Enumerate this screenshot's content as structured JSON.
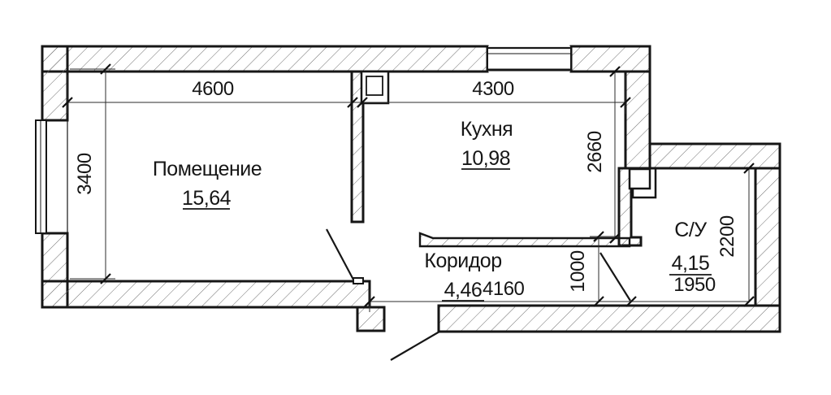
{
  "plan": {
    "rooms": [
      {
        "name": "Помещение",
        "area": "15,64"
      },
      {
        "name": "Кухня",
        "area": "10,98"
      },
      {
        "name": "Коридор",
        "area": "4,46"
      },
      {
        "name": "С/У",
        "area": "4,15"
      }
    ],
    "dims": {
      "room_width": "4600",
      "kitchen_width": "4300",
      "room_depth": "3400",
      "kitchen_depth": "2660",
      "bathroom_depth": "2200",
      "bathroom_width": "1950",
      "corridor_length": "4160",
      "bathroom_door": "1000"
    },
    "colors": {
      "line": "#161616",
      "background": "#ffffff",
      "hatch": "#6e6e6e"
    }
  }
}
